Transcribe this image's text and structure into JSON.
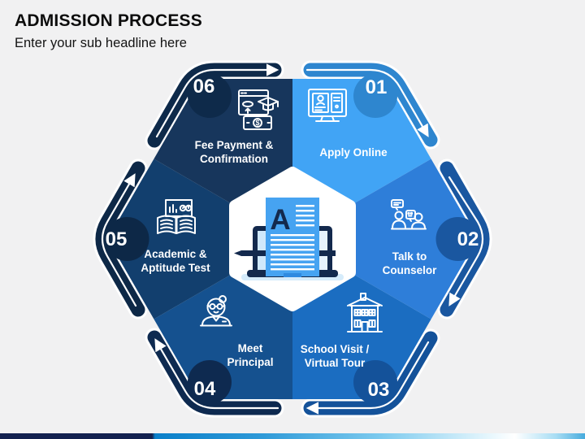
{
  "slide": {
    "title": "ADMISSION PROCESS",
    "subtitle": "Enter your sub headline here",
    "title_color": "#0d0d0d",
    "background": "#f1f1f2"
  },
  "center": {
    "letter": "A"
  },
  "footer": {
    "bar_colors": [
      "#13214f",
      "#0a7fc9",
      "#7ccaee",
      "#ffffff",
      "#47abdd"
    ]
  },
  "steps": [
    {
      "number": "01",
      "lines": [
        "Apply Online",
        ""
      ],
      "icon": "apply-online-monitor-icon",
      "segment_color": "#41a4f5",
      "track_color": "#2e86cf"
    },
    {
      "number": "02",
      "lines": [
        "Talk to",
        "Counselor"
      ],
      "icon": "talk-to-counselor-icon",
      "segment_color": "#2e7ed9",
      "track_color": "#1a57a0"
    },
    {
      "number": "03",
      "lines": [
        "School Visit /",
        "Virtual Tour"
      ],
      "icon": "school-building-icon",
      "segment_color": "#1b6dc1",
      "track_color": "#14529a"
    },
    {
      "number": "04",
      "lines": [
        "Meet",
        "Principal"
      ],
      "icon": "principal-person-icon",
      "segment_color": "#15518f",
      "track_color": "#0e2a50"
    },
    {
      "number": "05",
      "lines": [
        "Academic &",
        "Aptitude Test"
      ],
      "icon": "open-book-charts-icon",
      "segment_color": "#123f6e",
      "track_color": "#0d2847"
    },
    {
      "number": "06",
      "lines": [
        "Fee Payment &",
        "Confirmation"
      ],
      "icon": "fee-payment-icon",
      "segment_color": "#17365c",
      "track_color": "#0e2a4a"
    }
  ]
}
